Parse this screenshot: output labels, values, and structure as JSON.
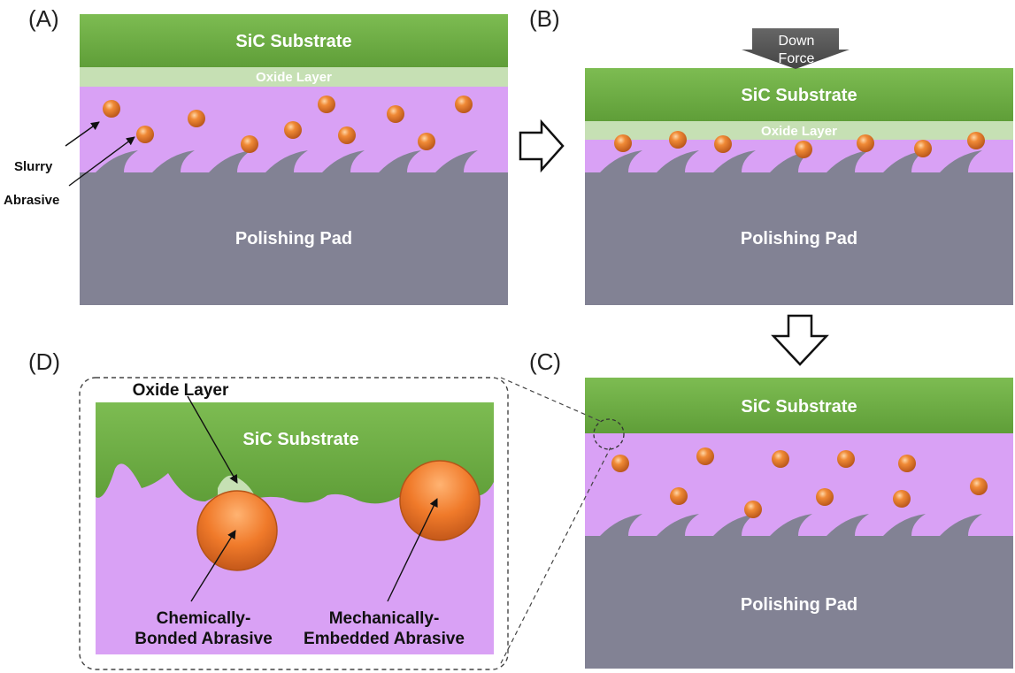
{
  "panels": {
    "a": {
      "label": "(A)",
      "substrate": "SiC Substrate",
      "oxide": "Oxide Layer",
      "pad": "Polishing Pad",
      "slurry_label": "Slurry",
      "abrasive_label": "Abrasive"
    },
    "b": {
      "label": "(B)",
      "substrate": "SiC Substrate",
      "oxide": "Oxide Layer",
      "pad": "Polishing Pad",
      "force_line1": "Down",
      "force_line2": "Force"
    },
    "c": {
      "label": "(C)",
      "substrate": "SiC Substrate",
      "pad": "Polishing Pad"
    },
    "d": {
      "label": "(D)",
      "oxide": "Oxide Layer",
      "substrate": "SiC Substrate",
      "chem_line1": "Chemically-",
      "chem_line2": "Bonded Abrasive",
      "mech_line1": "Mechanically-",
      "mech_line2": "Embedded Abrasive"
    }
  },
  "colors": {
    "substrate": "#6fb046",
    "oxide": "#c6e0b4",
    "slurry": "#d9a1f5",
    "pad": "#828294",
    "particle": "#e8782a"
  }
}
